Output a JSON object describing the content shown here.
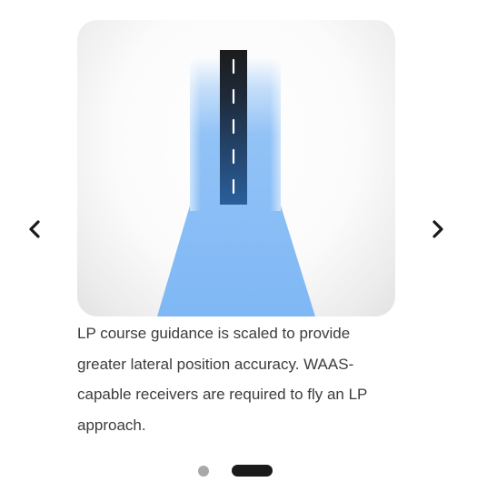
{
  "carousel": {
    "prev_icon": "chevron-left-icon",
    "next_icon": "chevron-right-icon",
    "slide": {
      "illustration": "lp-approach-runway-illustration",
      "caption": "LP course guidance is scaled to provide greater lateral position accuracy. WAAS-capable receivers are required to fly an LP approach."
    },
    "pagination": {
      "total": 2,
      "active_index": 2
    },
    "colors": {
      "course_beam": "#7fb8f5",
      "runway_top": "#1c1c1c",
      "runway_bottom": "#2a5f9c",
      "arrow": "#1a1a1a",
      "dot_inactive": "#a8a8a8",
      "dot_active": "#1a1a1a"
    }
  }
}
